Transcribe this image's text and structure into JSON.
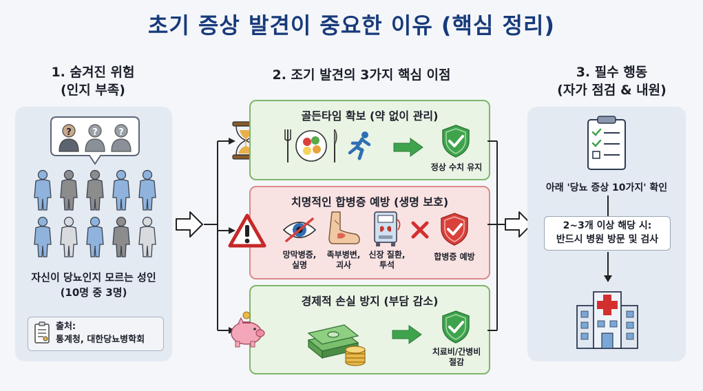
{
  "title": "초기 증상 발견이 중요한 이유 (핵심 정리)",
  "col1": {
    "heading": "1. 숨겨진 위험",
    "subheading": "(인지 부족)",
    "caption_line1": "자신이 당뇨인지 모르는 성인",
    "caption_line2": "(10명 중 3명)",
    "source_label": "출처:",
    "source_text": "통계청, 대한당뇨병학회"
  },
  "col2": {
    "heading": "2. 조기 발견의 3가지 핵심 이점",
    "box1": {
      "title": "골든타임 확보 (약 없이 관리)",
      "result": "정상 수치 유지"
    },
    "box2": {
      "title": "치명적인 합병증 예방 (생명 보호)",
      "item1": [
        "망막병증,",
        "실명"
      ],
      "item2": [
        "족부병변,",
        "괴사"
      ],
      "item3": [
        "신장 질환,",
        "투석"
      ],
      "result": "합병증 예방"
    },
    "box3": {
      "title": "경제적 손실 방지 (부담 감소)",
      "result": [
        "치료비/간병비",
        "절감"
      ]
    }
  },
  "col3": {
    "heading": "3. 필수 행동",
    "subheading": "(자가 점검 & 내원)",
    "check_text": "아래 '당뇨 증상 10가지' 확인",
    "flow_line1": "2~3개 이상 해당 시:",
    "flow_line2": "반드시 병원 방문 및 검사"
  },
  "colors": {
    "title": "#173a7a",
    "green_box": "#e9f4e4",
    "red_box": "#f9e2e2",
    "shield": "#3fa34d",
    "arrow_green": "#3fa34d",
    "warning_red": "#c62828"
  }
}
